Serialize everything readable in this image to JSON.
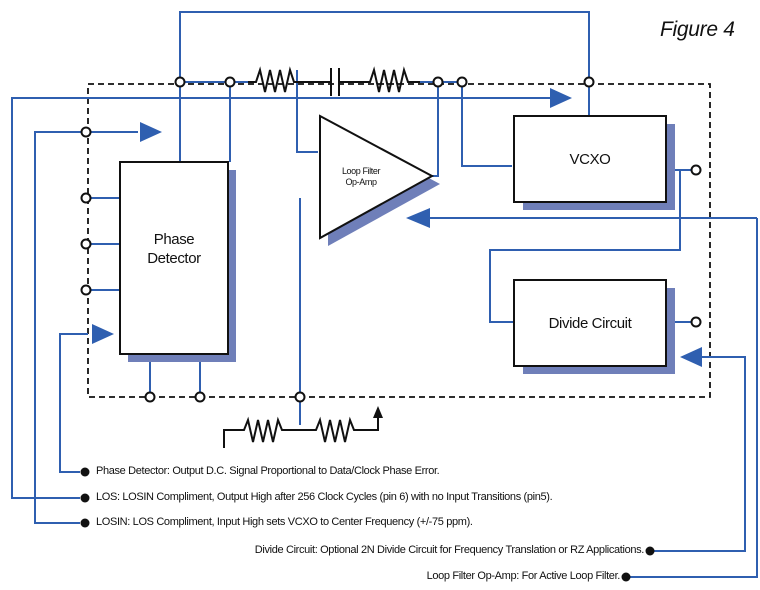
{
  "figure_label": "Figure 4",
  "blocks": {
    "phase_detector": "Phase\nDetector",
    "loop_filter": "Loop Filter\nOp-Amp",
    "vcxo": "VCXO",
    "divide_circuit": "Divide Circuit"
  },
  "notes": [
    "Phase Detector: Output D.C. Signal Proportional to Data/Clock Phase Error.",
    "LOS: LOSIN Compliment, Output High after 256 Clock Cycles (pin 6) with no Input Transitions (pin5).",
    "LOSIN: LOS Compliment, Input High sets VCXO to Center Frequency (+/-75 ppm).",
    "Divide Circuit: Optional 2N Divide Circuit for Frequency Translation or RZ Applications.",
    "Loop Filter Op-Amp: For Active Loop Filter."
  ],
  "colors": {
    "wire": "#2f5fb0",
    "line": "#111111",
    "shadow": "#6f7fb9"
  }
}
